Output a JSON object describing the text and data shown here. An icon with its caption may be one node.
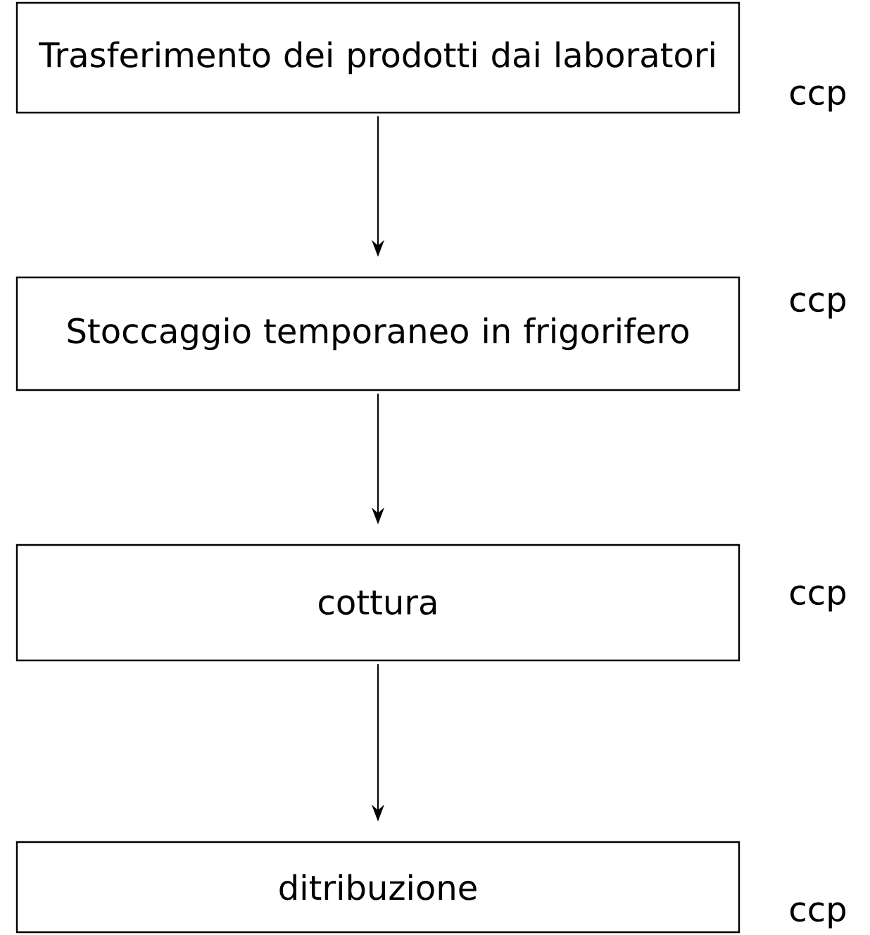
{
  "diagram": {
    "nodes": [
      {
        "text": [
          "Trasferimento dei prodotti dai laboratori"
        ],
        "beside": [
          "ccp"
        ]
      },
      {
        "text": [
          "Stoccaggio temporaneo in frigorifero"
        ],
        "beside": [
          "ccp"
        ]
      },
      {
        "text": [
          "cottura"
        ],
        "beside": [
          "ccp"
        ]
      },
      {
        "text": [
          "ditribuzione"
        ],
        "beside": [
          "ccp"
        ]
      }
    ],
    "edges": [
      {
        "from": 0,
        "to": 1,
        "arrow": "to"
      },
      {
        "from": 1,
        "to": 2,
        "arrow": "to"
      },
      {
        "from": 2,
        "to": 3,
        "arrow": "to"
      }
    ]
  }
}
